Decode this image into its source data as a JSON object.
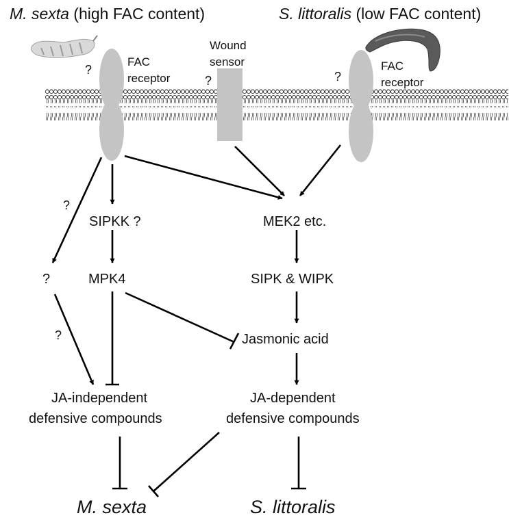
{
  "header": {
    "left_species": "M. sexta",
    "left_note": " (high FAC content)",
    "right_species": "S. littoralis",
    "right_note": " (low FAC content)"
  },
  "receptors": {
    "left_label_1": "FAC",
    "left_label_2": "receptor",
    "wound_label_1": "Wound",
    "wound_label_2": "sensor",
    "right_label_1": "FAC",
    "right_label_2": "receptor",
    "unknown_mark": "?"
  },
  "nodes": {
    "sipkk": "SIPKK ?",
    "mpk4": "MPK4",
    "mek2": "MEK2 etc.",
    "sipk_wipk": "SIPK & WIPK",
    "jasmonic_acid": "Jasmonic acid",
    "unknown": "?",
    "ja_indep_1": "JA-independent",
    "ja_indep_2": "defensive compounds",
    "ja_dep_1": "JA-dependent",
    "ja_dep_2": "defensive compounds",
    "target_left": "M. sexta",
    "target_right": "S. littoralis"
  },
  "edge_marks": {
    "q1": "?",
    "q2": "?"
  },
  "colors": {
    "receptor_fill": "#c4c4c4",
    "membrane_fill": "#ffffff",
    "membrane_stroke": "#333333",
    "arrow": "#000000"
  }
}
